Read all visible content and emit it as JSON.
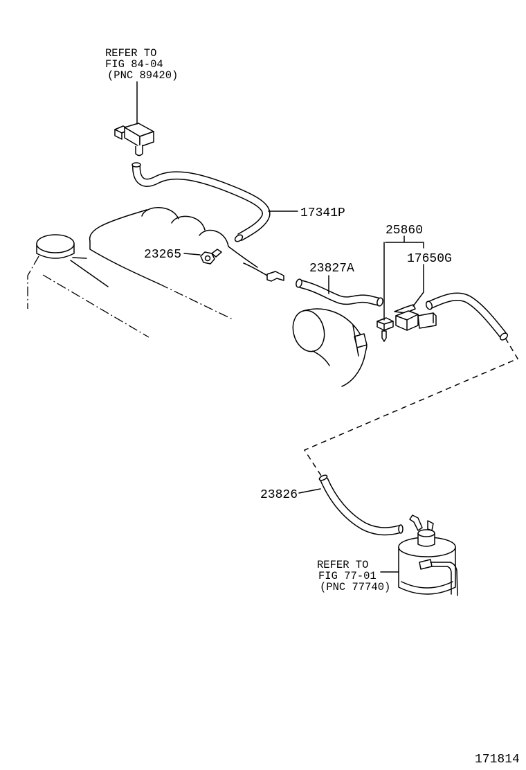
{
  "reference_notes": [
    {
      "lines": [
        "REFER TO",
        "FIG 84-04",
        "(PNC 89420)"
      ]
    },
    {
      "lines": [
        "REFER TO",
        "FIG 77-01",
        "(PNC 77740)"
      ]
    }
  ],
  "part_numbers": [
    "17341P",
    "25860",
    "23265",
    "17650G",
    "23827A",
    "23826"
  ],
  "figure_id": "171814"
}
